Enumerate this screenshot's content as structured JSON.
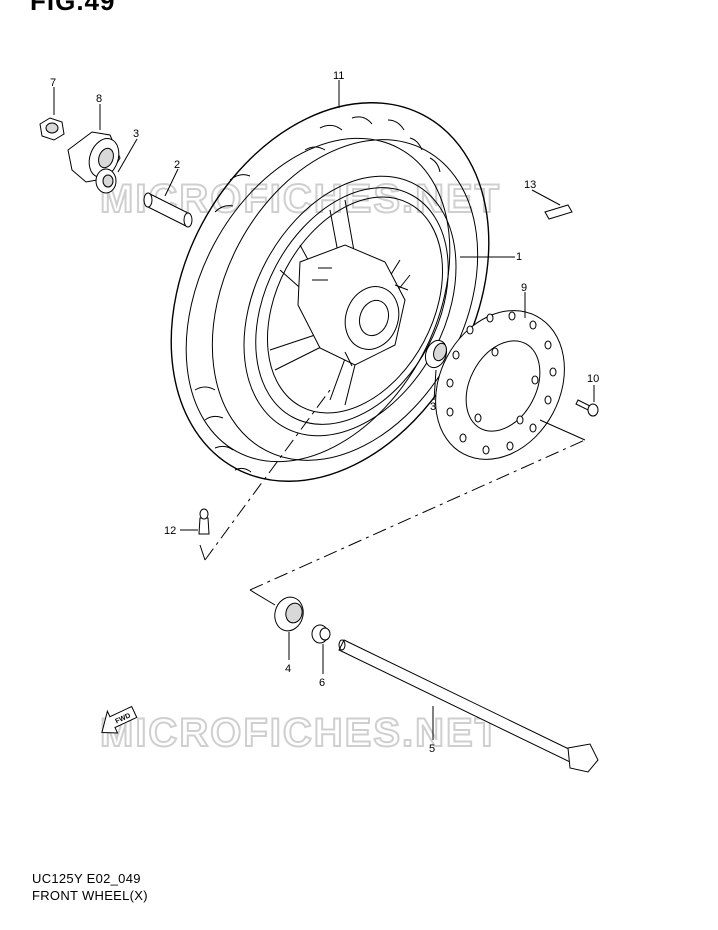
{
  "figure": {
    "title": "FIG.49",
    "watermark": "MICROFICHES.NET",
    "forward_arrow": "FWD"
  },
  "footer": {
    "code": "UC125Y E02_049",
    "name": "FRONT WHEEL(X)"
  },
  "callouts": [
    {
      "id": "c7",
      "label": "7"
    },
    {
      "id": "c8",
      "label": "8"
    },
    {
      "id": "c3a",
      "label": "3"
    },
    {
      "id": "c2",
      "label": "2"
    },
    {
      "id": "c11",
      "label": "11"
    },
    {
      "id": "c13",
      "label": "13"
    },
    {
      "id": "c1",
      "label": "1"
    },
    {
      "id": "c9",
      "label": "9"
    },
    {
      "id": "c10",
      "label": "10"
    },
    {
      "id": "c3b",
      "label": "3"
    },
    {
      "id": "c12",
      "label": "12"
    },
    {
      "id": "c4",
      "label": "4"
    },
    {
      "id": "c6",
      "label": "6"
    },
    {
      "id": "c5",
      "label": "5"
    }
  ]
}
